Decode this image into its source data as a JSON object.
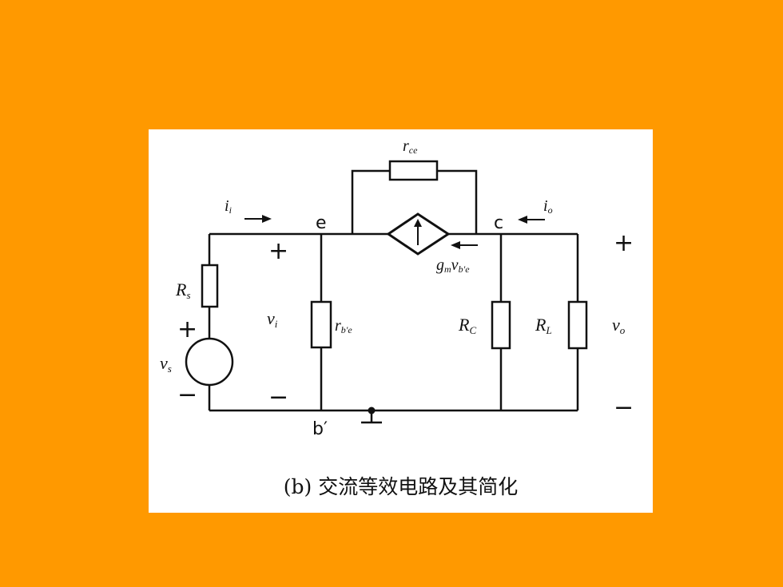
{
  "labels": {
    "r_ce": "r",
    "r_ce_sub": "ce",
    "i_i": "i",
    "i_i_sub": "i",
    "i_o": "i",
    "i_o_sub": "o",
    "node_e": "e",
    "node_c": "c",
    "node_b": "b′",
    "gm": "g",
    "gm_sub": "m",
    "gm_v": "v",
    "gm_v_sub": "b′e",
    "R_s": "R",
    "R_s_sub": "s",
    "v_s": "v",
    "v_s_sub": "s",
    "v_i": "v",
    "v_i_sub": "i",
    "r_be": "r",
    "r_be_sub": "b′e",
    "R_C": "R",
    "R_C_sub": "C",
    "R_L": "R",
    "R_L_sub": "L",
    "v_o": "v",
    "v_o_sub": "o",
    "plus": "+",
    "minus": "−"
  },
  "caption": "(b) 交流等效电路及其简化",
  "colors": {
    "background": "#FF9900",
    "panel": "#FFFFFF",
    "ink": "#111111"
  }
}
